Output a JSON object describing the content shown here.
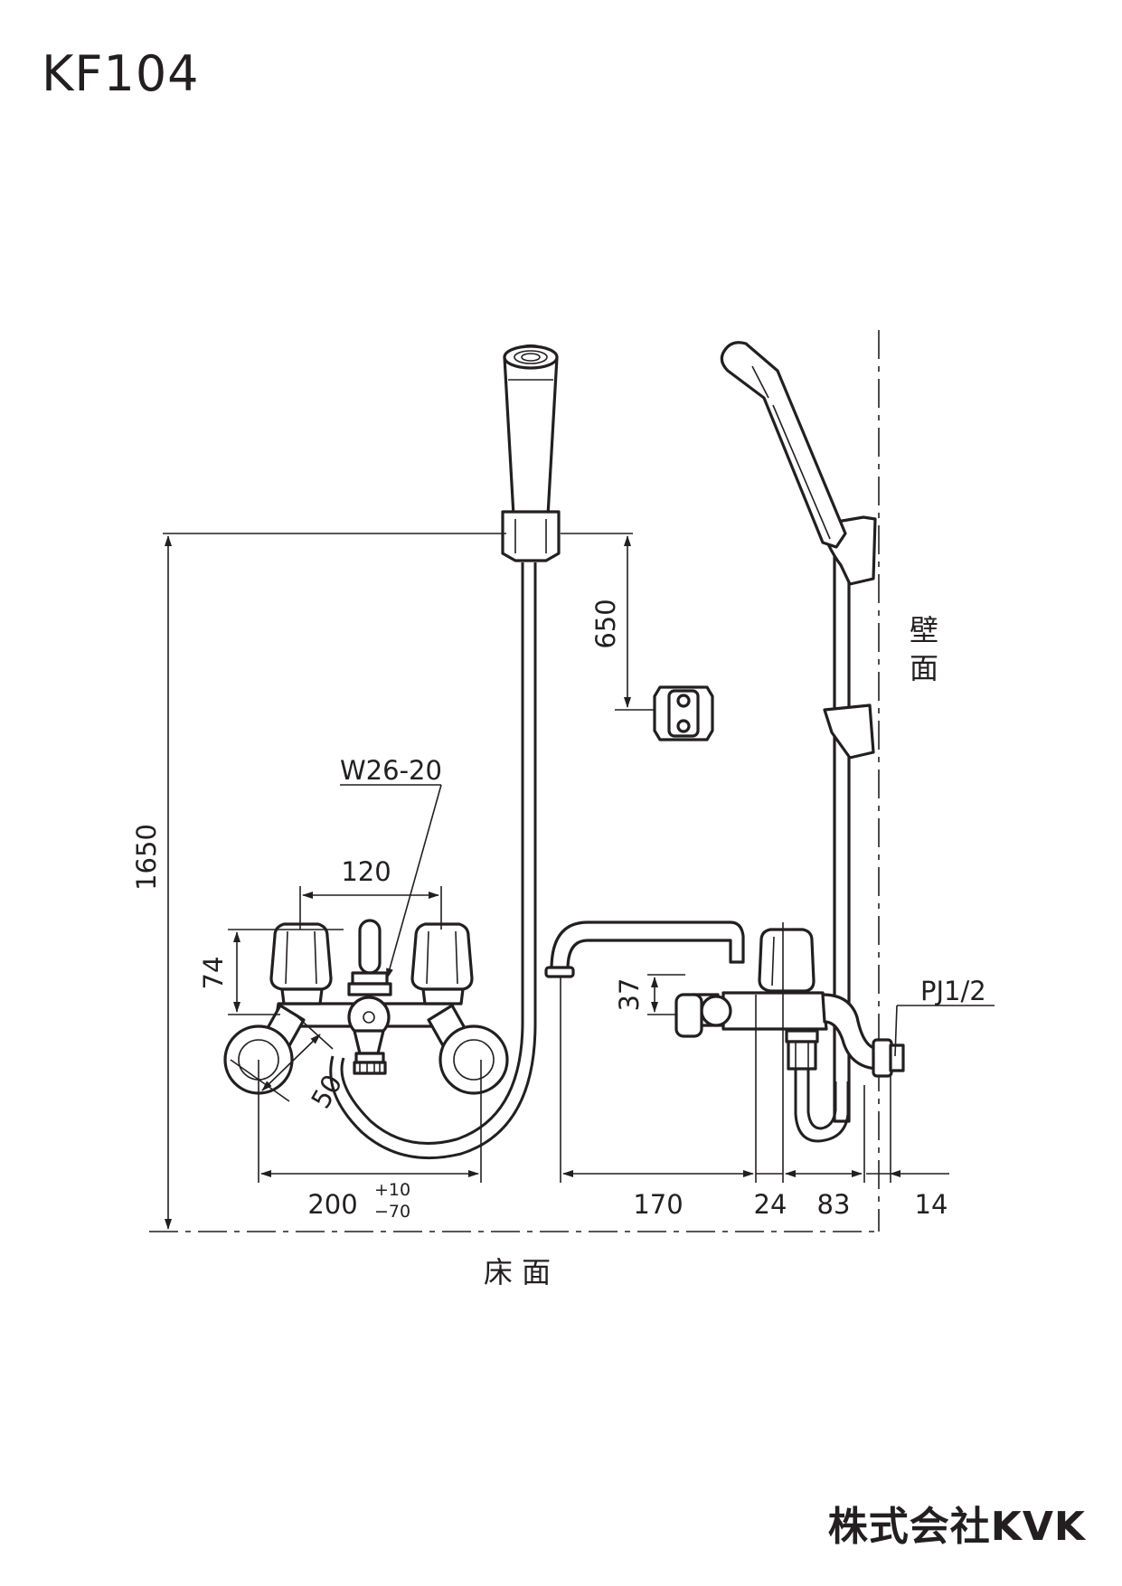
{
  "title": "KF104",
  "brand": "株式会社KVK",
  "dimensions": {
    "height_total": "1650",
    "holder_spacing": "650",
    "connector": "W26-20",
    "handle_pitch": "120",
    "handle_height": "74",
    "elbow": "50",
    "center_distance": "200",
    "tol_plus": "+10",
    "tol_minus": "−70",
    "spout_drop": "37",
    "spout_reach": "170",
    "offset_24": "24",
    "offset_83": "83",
    "offset_14": "14",
    "thread": "PJ1/2"
  },
  "labels": {
    "wall_1": "壁",
    "wall_2": "面",
    "floor": "床 面"
  }
}
